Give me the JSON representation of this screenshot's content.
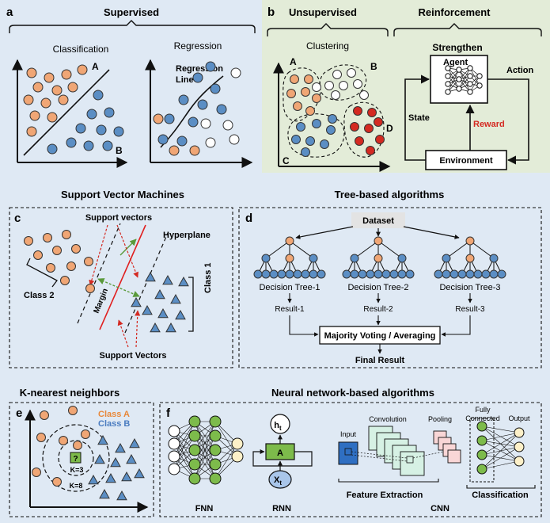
{
  "panel_a": {
    "letter": "a",
    "title": "Supervised",
    "classification_label": "Classification",
    "regression_label": "Regression",
    "class_a": "A",
    "class_b": "B",
    "regression_line_1": "Regression",
    "regression_line_2": "Line"
  },
  "panel_b": {
    "letter": "b",
    "unsupervised_title": "Unsupervised",
    "reinforcement_title": "Reinforcement",
    "clustering_label": "Clustering",
    "cluster_labels": [
      "A",
      "B",
      "C",
      "D"
    ],
    "strengthen_label": "Strengthen",
    "agent_label": "Agent",
    "action_label": "Action",
    "state_label": "State",
    "reward_label": "Reward",
    "environment_label": "Environment"
  },
  "panel_c": {
    "section_title": "Support Vector Machines",
    "letter": "c",
    "support_vectors_top": "Support vectors",
    "hyperplane_label": "Hyperplane",
    "class2_label": "Class 2",
    "margin_label": "Margin",
    "class1_label": "Class 1",
    "support_vectors_bottom": "Support Vectors"
  },
  "panel_d": {
    "section_title": "Tree-based algorithms",
    "letter": "d",
    "dataset_label": "Dataset",
    "trees": [
      {
        "name": "Decision Tree-1",
        "result": "Result-1"
      },
      {
        "name": "Decision Tree-2",
        "result": "Result-2"
      },
      {
        "name": "Decision Tree-3",
        "result": "Result-3"
      }
    ],
    "voting_label": "Majority Voting / Averaging",
    "final_label": "Final Result"
  },
  "panel_e": {
    "section_title": "K-nearest neighbors",
    "letter": "e",
    "class_a_legend": "Class A",
    "class_b_legend": "Class B",
    "query_symbol": "?",
    "k3_label": "K=3",
    "k8_label": "K=8"
  },
  "panel_f": {
    "section_title": "Neural network-based algorithms",
    "letter": "f",
    "fnn_label": "FNN",
    "rnn_label": "RNN",
    "rnn_output": "h",
    "rnn_output_sub": "t",
    "rnn_cell": "A",
    "rnn_input": "X",
    "rnn_input_sub": "t",
    "input_label": "Input",
    "convolution_label": "Convolution",
    "pooling_label": "Pooling",
    "fully_connected_1": "Fully",
    "fully_connected_2": "Connected",
    "output_label": "Output",
    "feature_extraction_label": "Feature Extraction",
    "classification_label": "Classification",
    "cnn_label": "CNN"
  },
  "colors": {
    "background": "#dfe9f4",
    "panel_b_bg": "#e3ecd8",
    "orange": "#f0a675",
    "blue": "#5b8ec4",
    "red": "#d42a22",
    "green": "#7dbb4b",
    "reward": "#d42a22"
  }
}
